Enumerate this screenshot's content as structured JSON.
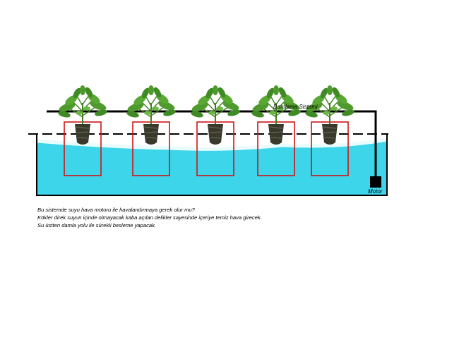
{
  "labels": {
    "drip_system": "Damlama Sistemi",
    "motor": "Motor"
  },
  "notes": [
    "Bu sistemde suyu hava motoru ile havalandırmaya gerek olur mu?",
    "Kökler direk suyun içinde olmayacak kaba açılan delikler sayesinde içeriye temiz hava girecek.",
    "Su üstten damla yolu ile sürekli besleme yapacak."
  ],
  "plant_count": 5,
  "colors": {
    "water": "#3cd5ea",
    "tank_outline": "#000000",
    "root_zone_outline": "#d01414",
    "foliage": "#4e9a2c",
    "pipe": "#000000",
    "motor": "#000000"
  }
}
